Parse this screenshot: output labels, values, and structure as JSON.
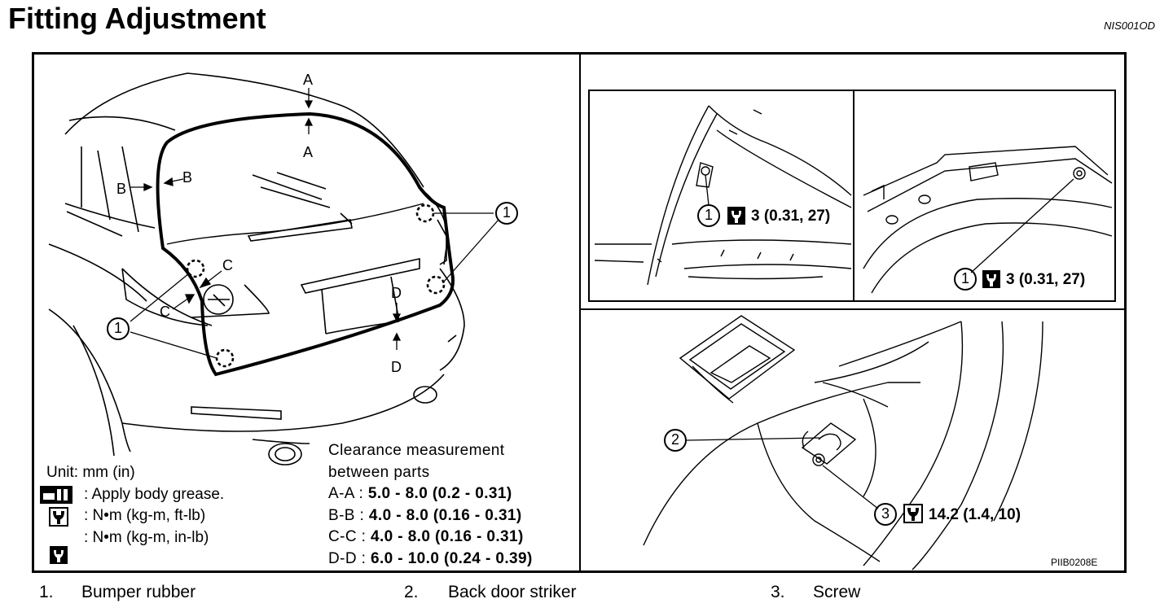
{
  "title": "Fitting Adjustment",
  "doc_code": "NIS001OD",
  "figure_code": "PIIB0208E",
  "dim_labels": {
    "a": "A",
    "b": "B",
    "c": "C",
    "d": "D"
  },
  "callouts": {
    "one": "1",
    "two": "2",
    "three": "3"
  },
  "torque": {
    "left_detail": "3 (0.31, 27)",
    "right_detail": "3 (0.31, 27)",
    "striker": "14.2 (1.4, 10)"
  },
  "legend": {
    "unit": "Unit: mm (in)",
    "grease": ": Apply body grease.",
    "nm_ftlb": ": N•m (kg-m, ft-lb)",
    "nm_inlb": ": N•m (kg-m, in-lb)"
  },
  "clearance": {
    "heading_line1": "Clearance measurement",
    "heading_line2": "between parts",
    "rows": [
      {
        "pair": "A-A :",
        "value": "5.0 - 8.0 (0.2 - 0.31)"
      },
      {
        "pair": "B-B :",
        "value": "4.0 - 8.0 (0.16 - 0.31)"
      },
      {
        "pair": "C-C :",
        "value": "4.0 - 8.0 (0.16 - 0.31)"
      },
      {
        "pair": "D-D :",
        "value": "6.0 - 10.0 (0.24 - 0.39)"
      }
    ]
  },
  "parts": [
    {
      "num": "1.",
      "name": "Bumper rubber"
    },
    {
      "num": "2.",
      "name": "Back door striker"
    },
    {
      "num": "3.",
      "name": "Screw"
    }
  ]
}
